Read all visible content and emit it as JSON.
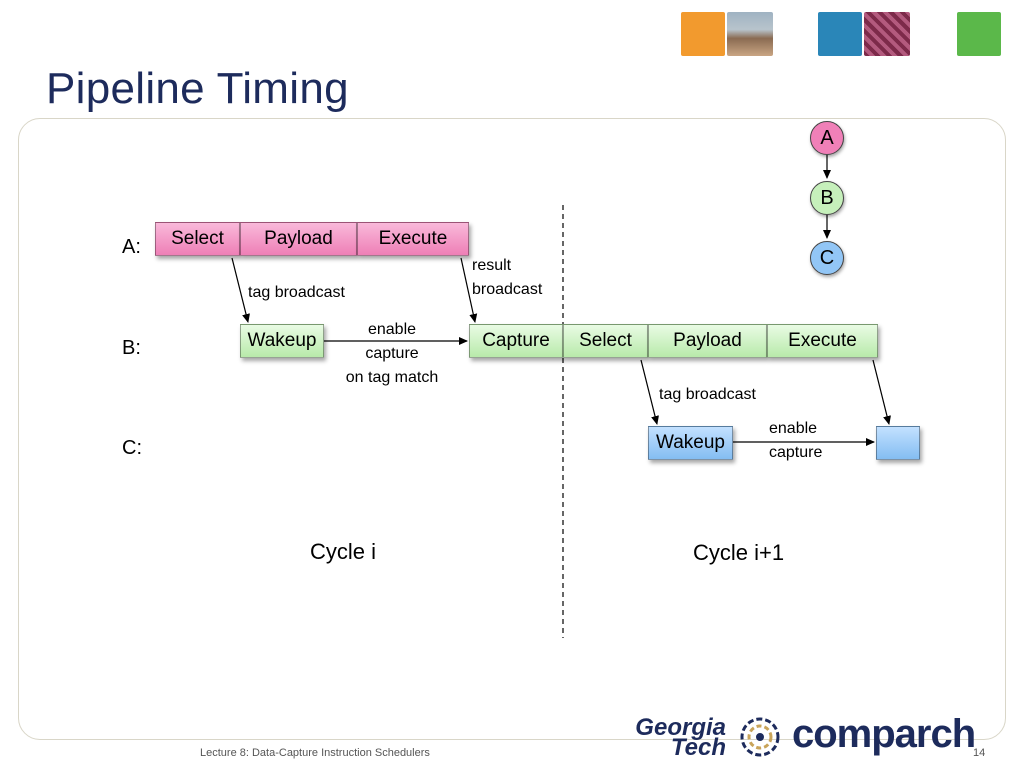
{
  "slide": {
    "title": "Pipeline Timing",
    "footer": "Lecture 8: Data-Capture Instruction Schedulers",
    "page_number": "14"
  },
  "rows": {
    "a": "A:",
    "b": "B:",
    "c": "C:"
  },
  "stages": {
    "a_select": "Select",
    "a_payload": "Payload",
    "a_execute": "Execute",
    "b_wakeup": "Wakeup",
    "b_capture": "Capture",
    "b_select": "Select",
    "b_payload": "Payload",
    "b_execute": "Execute",
    "c_wakeup": "Wakeup",
    "c_empty": ""
  },
  "notes": {
    "tag_broadcast_1": "tag broadcast",
    "result": "result",
    "broadcast": "broadcast",
    "enable_1": "enable",
    "capture_1": "capture",
    "on_tag_match": "on tag match",
    "tag_broadcast_2": "tag broadcast",
    "enable_2": "enable",
    "capture_2": "capture"
  },
  "cycles": {
    "cycle_i": "Cycle i",
    "cycle_i1": "Cycle i+1"
  },
  "dependency_graph": {
    "nodes": [
      "A",
      "B",
      "C"
    ],
    "colors": {
      "A": "#f080b8",
      "B": "#c6f0bb",
      "C": "#92c6f6"
    }
  },
  "logos": {
    "georgia": "Georgia",
    "tech": "Tech",
    "comparch": "comparch"
  },
  "colors": {
    "title": "#1d2b5c",
    "pink_stage": "#ee7fb6",
    "green_stage": "#b8eaaa",
    "blue_stage": "#84bdf2"
  }
}
